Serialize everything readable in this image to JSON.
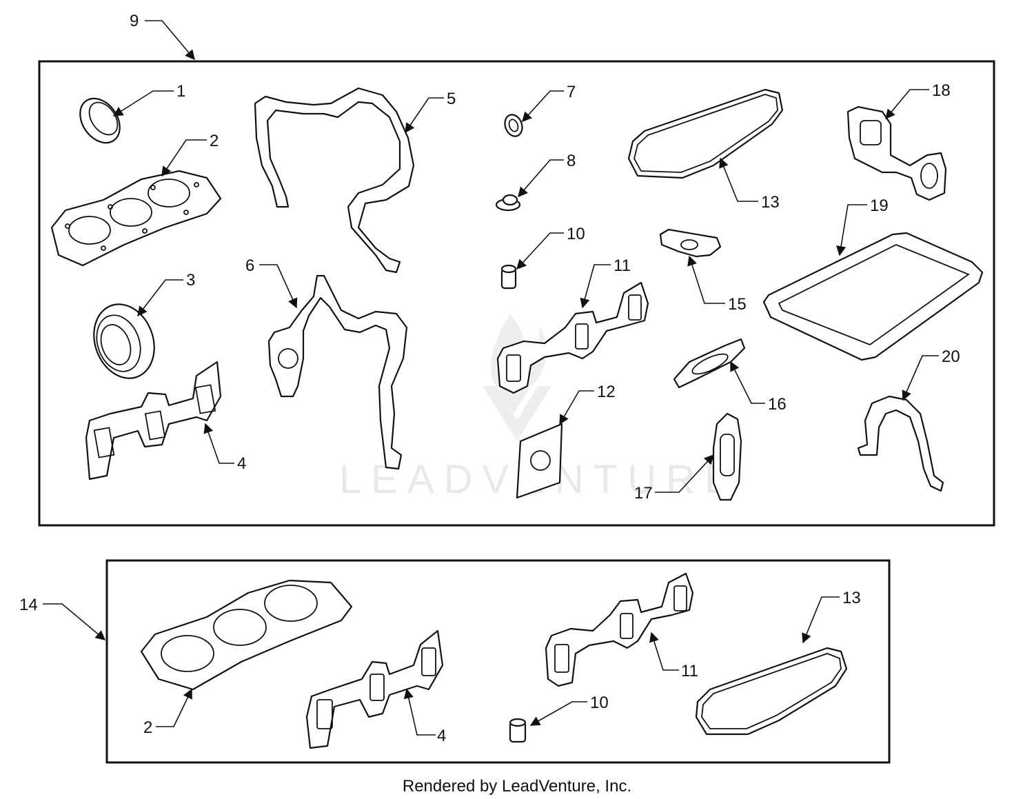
{
  "footer": {
    "text": "Rendered by LeadVenture, Inc."
  },
  "watermark": {
    "text": "LEADVENTURE"
  },
  "callouts": {
    "kit_main": "9",
    "kit_secondary": "14",
    "p1": "1",
    "p2": "2",
    "p3": "3",
    "p4": "4",
    "p5": "5",
    "p6": "6",
    "p7": "7",
    "p8": "8",
    "p10": "10",
    "p11": "11",
    "p12": "12",
    "p13": "13",
    "p15": "15",
    "p16": "16",
    "p17": "17",
    "p18": "18",
    "p19": "19",
    "p20": "20",
    "lower_p2": "2",
    "lower_p4": "4",
    "lower_p10": "10",
    "lower_p11": "11",
    "lower_p13": "13"
  }
}
